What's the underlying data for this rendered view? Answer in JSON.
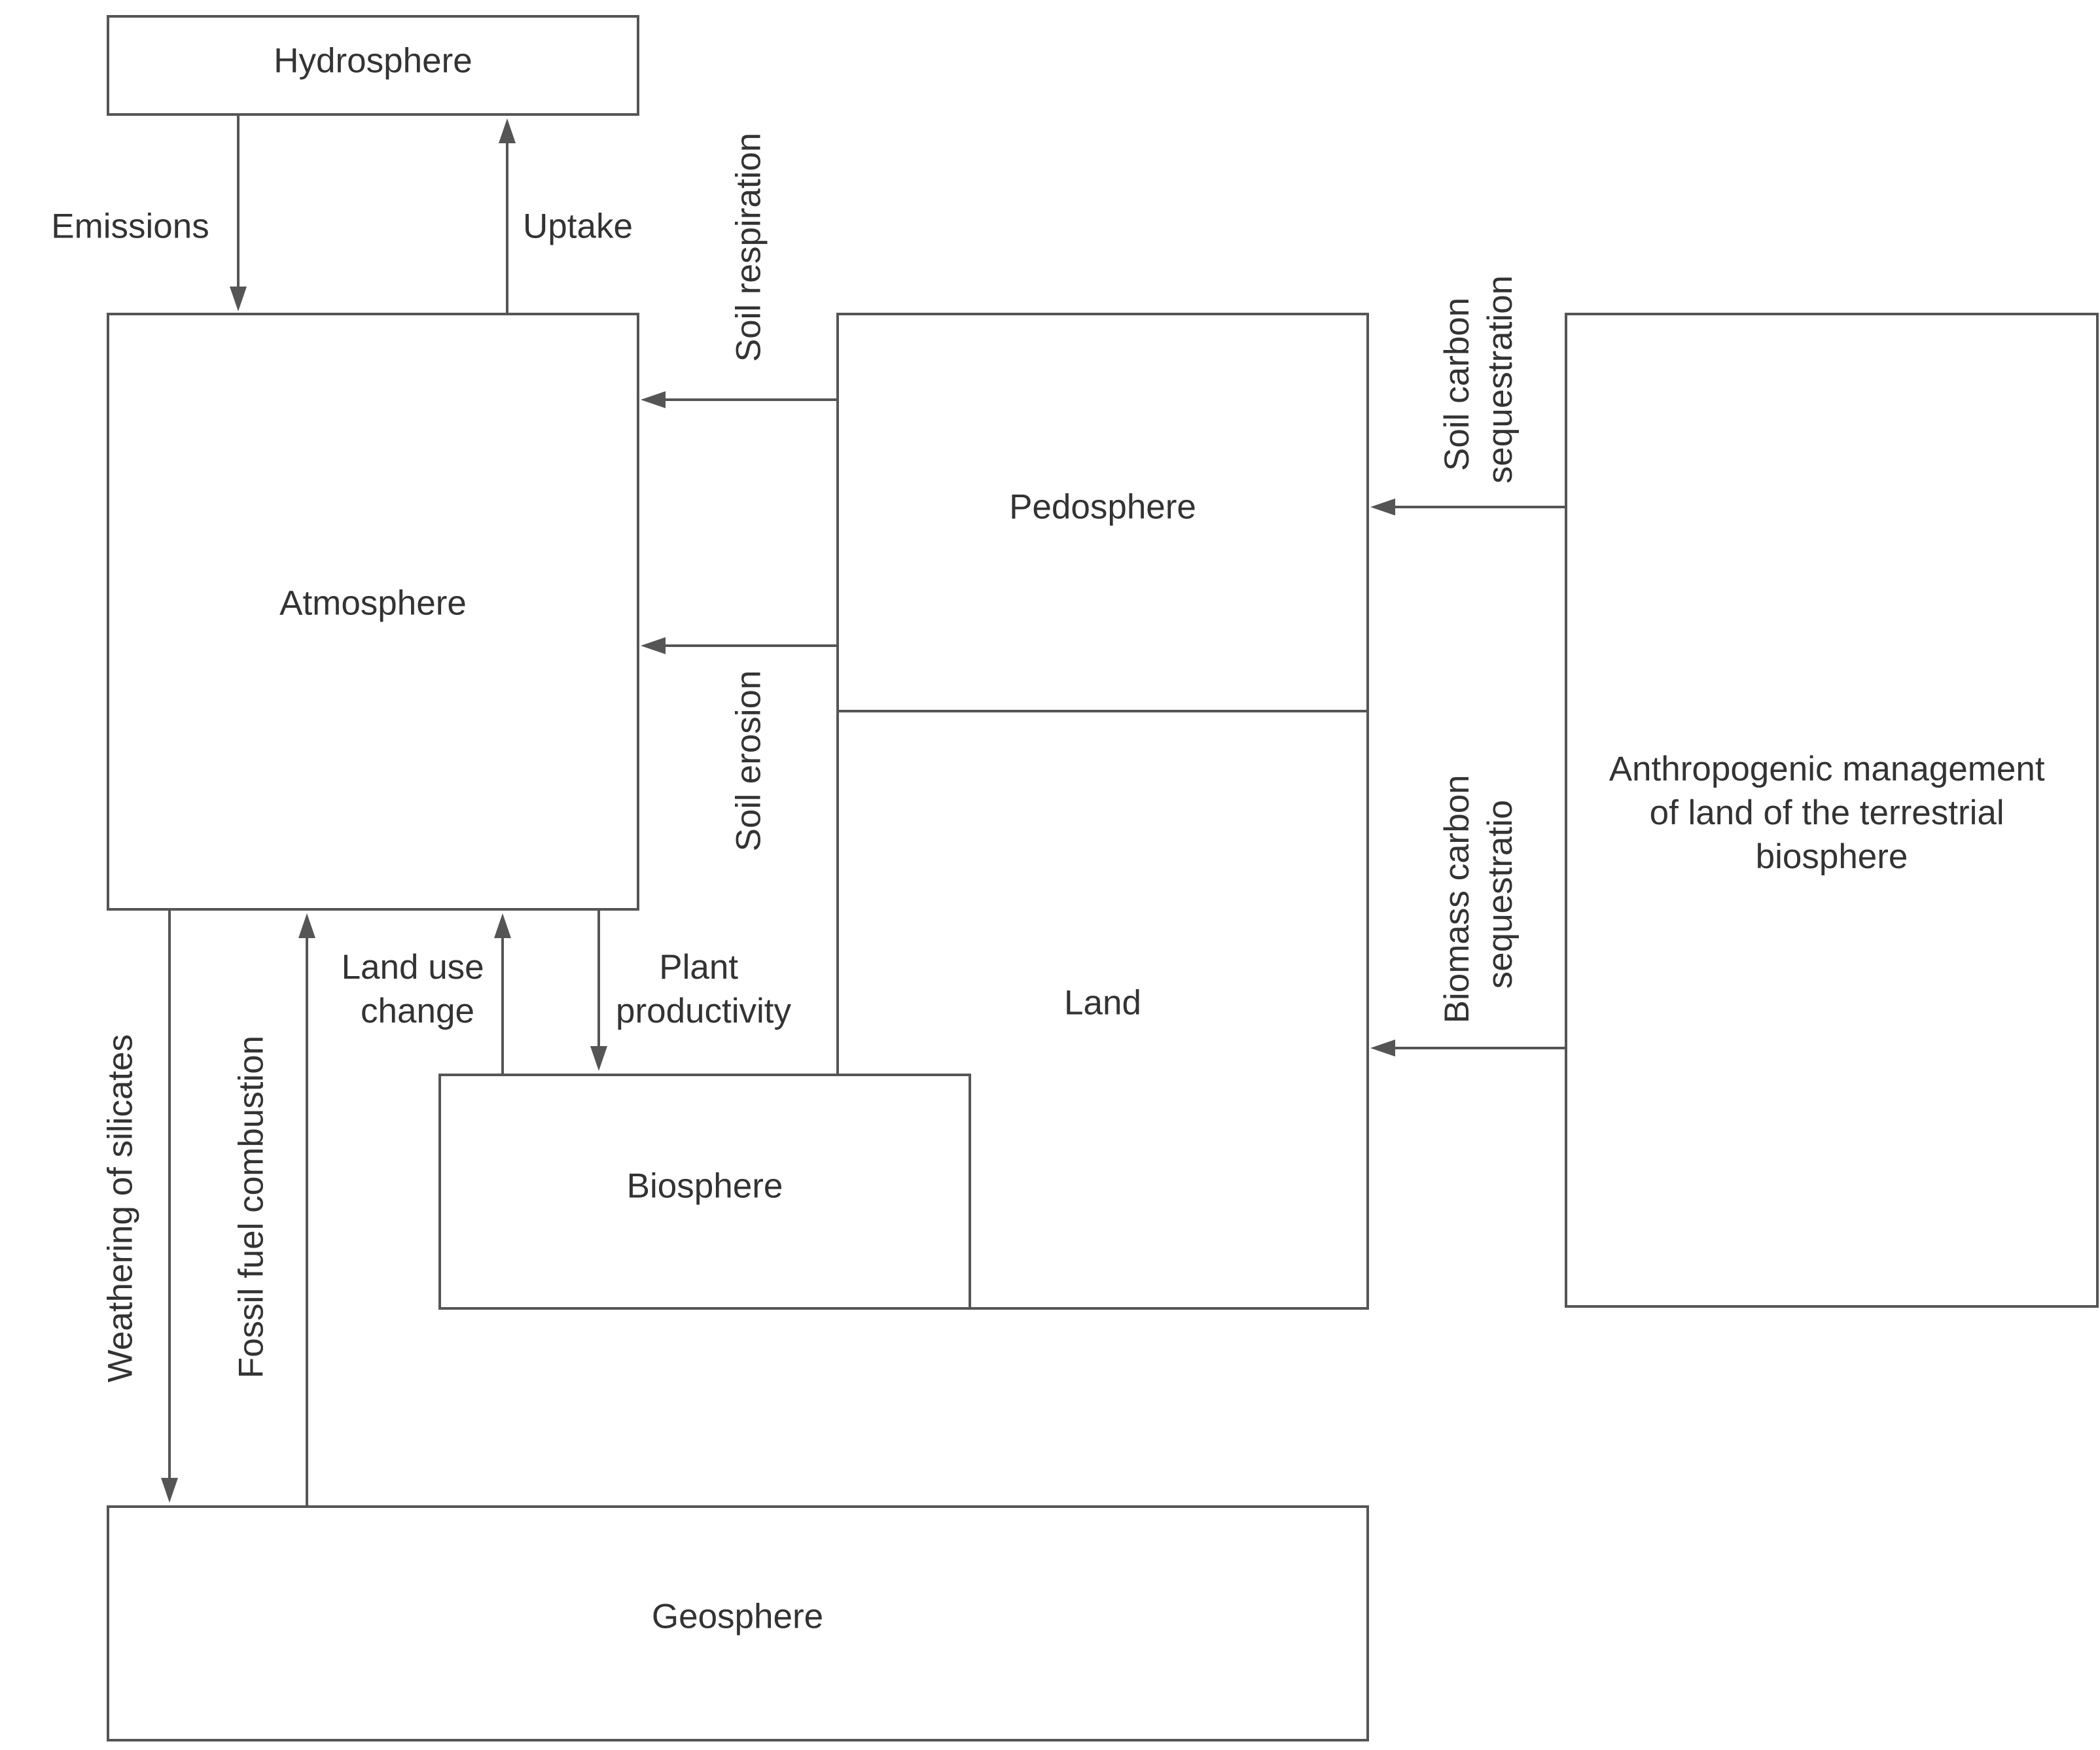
{
  "nodes": {
    "hydrosphere": "Hydrosphere",
    "atmosphere": "Atmosphere",
    "pedosphere": "Pedosphere",
    "land": "Land",
    "biosphere": "Biosphere",
    "geosphere": "Geosphere",
    "anthropogenic": [
      "Anthropogenic management",
      "of land of the terrestrial",
      "biosphere"
    ]
  },
  "flows": {
    "emissions": "Emissions",
    "uptake": "Uptake",
    "soil_respiration": "Soil respiration",
    "soil_erosion": "Soil erosion",
    "soil_carbon_sequestration": [
      "Soil carbon",
      "sequestration"
    ],
    "biomass_carbon_sequestration": [
      "Biomass carbon",
      "sequestratio"
    ],
    "land_use_change": [
      "Land use",
      "change"
    ],
    "plant_productivity": [
      "Plant",
      "productivity"
    ],
    "weathering_of_silicates": "Weathering of silicates",
    "fossil_fuel_combustion": "Fossil fuel combustion"
  },
  "colors": {
    "line": "#555555",
    "text": "#333333",
    "background": "#ffffff"
  }
}
